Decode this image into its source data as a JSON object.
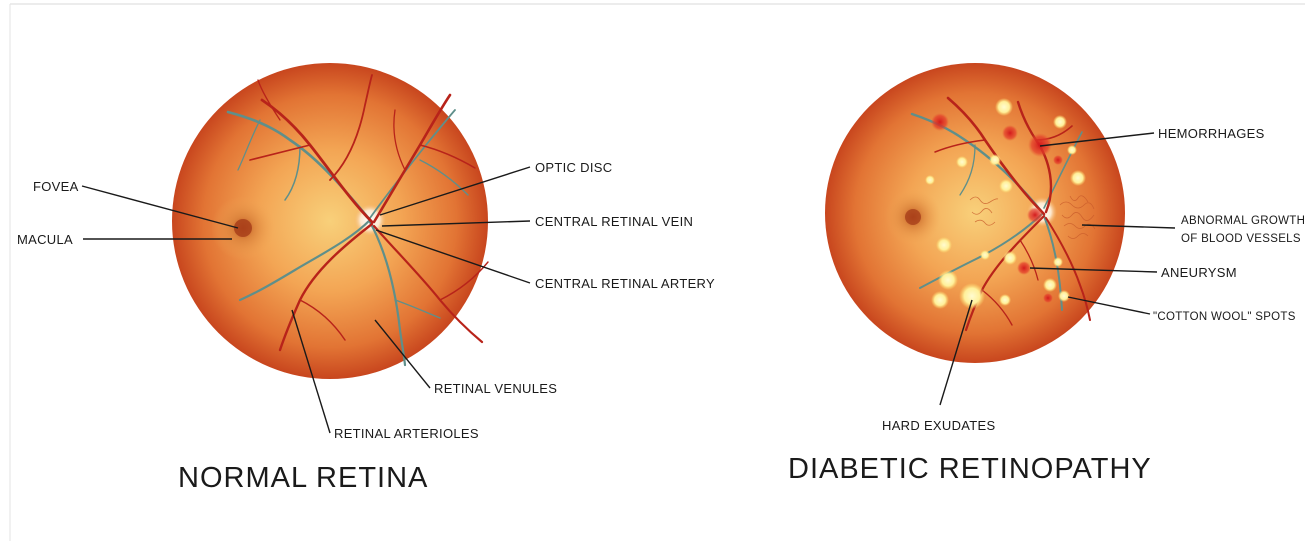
{
  "diagrams": [
    {
      "title": "NORMAL RETINA",
      "labels": {
        "fovea": "FOVEA",
        "macula": "MACULA",
        "optic_disc": "OPTIC DISC",
        "central_retinal_vein": "CENTRAL RETINAL VEIN",
        "central_retinal_artery": "CENTRAL RETINAL ARTERY",
        "retinal_venules": "RETINAL VENULES",
        "retinal_arterioles": "RETINAL ARTERIOLES"
      }
    },
    {
      "title": "DIABETIC RETINOPATHY",
      "labels": {
        "hemorrhages": "HEMORRHAGES",
        "abnormal_growth_line1": "ABNORMAL GROWTH",
        "abnormal_growth_line2": "OF BLOOD VESSELS",
        "aneurysm": "ANEURYSM",
        "cotton_wool": "\"COTTON WOOL\" SPOTS",
        "hard_exudates": "HARD EXUDATES"
      }
    }
  ],
  "colors": {
    "retina_center": "#f7c76a",
    "retina_mid": "#ee8a3a",
    "retina_edge": "#c9421c",
    "artery": "#b8231a",
    "vein": "#5f8f8a",
    "exudate": "#fff2a0",
    "hemorrhage": "#d8201e"
  }
}
